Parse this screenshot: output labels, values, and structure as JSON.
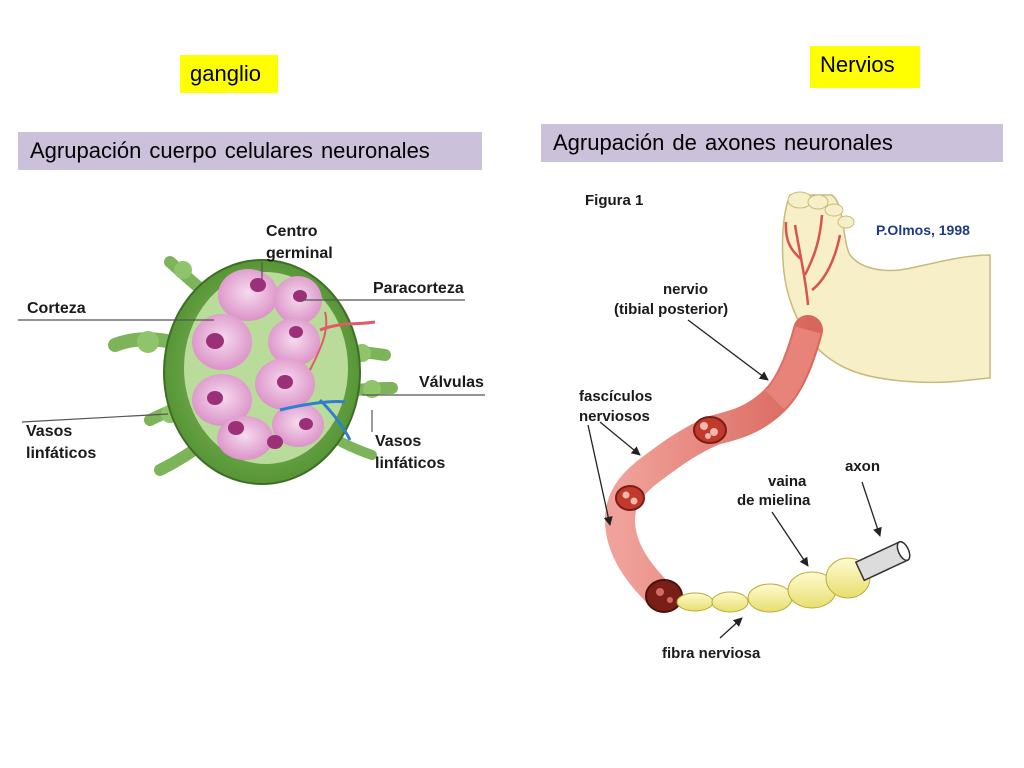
{
  "ganglio_title": "ganglio",
  "nervios_title": "Nervios",
  "ganglio_caption": "Agrupación cuerpo celulares neuronales",
  "nervios_caption": "Agrupación de axones neuronales",
  "lymph_node_labels": {
    "centro_line1": "Centro",
    "centro_line2": "germinal",
    "paracorteza": "Paracorteza",
    "corteza": "Corteza",
    "valvulas": "Válvulas",
    "vasos_left_line1": "Vasos",
    "vasos_left_line2": "linfáticos",
    "vasos_right_line1": "Vasos",
    "vasos_right_line2": "linfáticos"
  },
  "nerve_labels": {
    "figura": "Figura 1",
    "credit": "P.Olmos, 1998",
    "nervio_line1": "nervio",
    "nervio_line2": "(tibial posterior)",
    "fasciculos_line1": "fascículos",
    "fasciculos_line2": "nerviosos",
    "vaina_line1": "vaina",
    "vaina_line2": "de mielina",
    "axon": "axon",
    "fibra": "fibra nerviosa"
  },
  "colors": {
    "title_highlight": "#ffff00",
    "caption_band": "#ccc1da",
    "node_green": "#6aa84f",
    "node_pink": "#e7a9d6",
    "nerve_red": "#e8837a",
    "myelin_yellow": "#f6ef9e",
    "foot_skin": "#f7efc8",
    "credit_blue": "#1e3a8a"
  }
}
